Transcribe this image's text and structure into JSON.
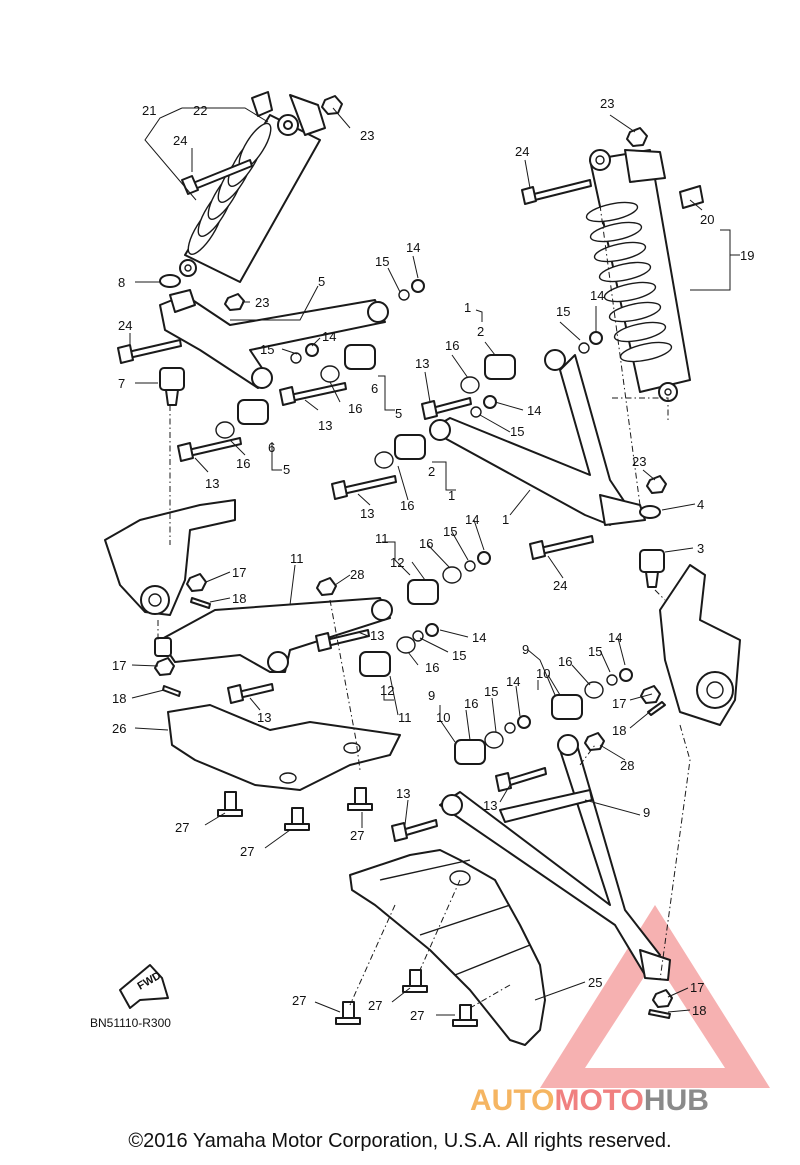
{
  "diagram": {
    "code": "BN51110-R300",
    "copyright": "©2016 Yamaha Motor Corporation, U.S.A. All rights reserved.",
    "fwd_label": "FWD",
    "watermark": {
      "part1": "AUTO",
      "part2": "MOTO",
      "part3": "HUB"
    },
    "colors": {
      "ink": "#1a1a1a",
      "watermark_orange": "#f5b562",
      "watermark_red": "#f08080",
      "watermark_gray": "#8a8a8a"
    },
    "callouts": [
      {
        "label": "21"
      },
      {
        "label": "22"
      },
      {
        "label": "23"
      },
      {
        "label": "24"
      },
      {
        "label": "8"
      },
      {
        "label": "5"
      },
      {
        "label": "15"
      },
      {
        "label": "14"
      },
      {
        "label": "23"
      },
      {
        "label": "24"
      },
      {
        "label": "14"
      },
      {
        "label": "15"
      },
      {
        "label": "7"
      },
      {
        "label": "16"
      },
      {
        "label": "6"
      },
      {
        "label": "5"
      },
      {
        "label": "13"
      },
      {
        "label": "16"
      },
      {
        "label": "6"
      },
      {
        "label": "5"
      },
      {
        "label": "13"
      },
      {
        "label": "23"
      },
      {
        "label": "24"
      },
      {
        "label": "20"
      },
      {
        "label": "19"
      },
      {
        "label": "1"
      },
      {
        "label": "2"
      },
      {
        "label": "15"
      },
      {
        "label": "14"
      },
      {
        "label": "16"
      },
      {
        "label": "13"
      },
      {
        "label": "14"
      },
      {
        "label": "15"
      },
      {
        "label": "2"
      },
      {
        "label": "1"
      },
      {
        "label": "13"
      },
      {
        "label": "16"
      },
      {
        "label": "1"
      },
      {
        "label": "23"
      },
      {
        "label": "4"
      },
      {
        "label": "3"
      },
      {
        "label": "24"
      },
      {
        "label": "11"
      },
      {
        "label": "17"
      },
      {
        "label": "18"
      },
      {
        "label": "28"
      },
      {
        "label": "11"
      },
      {
        "label": "12"
      },
      {
        "label": "16"
      },
      {
        "label": "15"
      },
      {
        "label": "14"
      },
      {
        "label": "13"
      },
      {
        "label": "14"
      },
      {
        "label": "15"
      },
      {
        "label": "16"
      },
      {
        "label": "12"
      },
      {
        "label": "11"
      },
      {
        "label": "17"
      },
      {
        "label": "18"
      },
      {
        "label": "13"
      },
      {
        "label": "26"
      },
      {
        "label": "9"
      },
      {
        "label": "10"
      },
      {
        "label": "16"
      },
      {
        "label": "15"
      },
      {
        "label": "14"
      },
      {
        "label": "17"
      },
      {
        "label": "18"
      },
      {
        "label": "9"
      },
      {
        "label": "10"
      },
      {
        "label": "16"
      },
      {
        "label": "15"
      },
      {
        "label": "14"
      },
      {
        "label": "28"
      },
      {
        "label": "13"
      },
      {
        "label": "13"
      },
      {
        "label": "27"
      },
      {
        "label": "27"
      },
      {
        "label": "27"
      },
      {
        "label": "9"
      },
      {
        "label": "17"
      },
      {
        "label": "18"
      },
      {
        "label": "25"
      },
      {
        "label": "27"
      },
      {
        "label": "27"
      },
      {
        "label": "27"
      }
    ]
  }
}
